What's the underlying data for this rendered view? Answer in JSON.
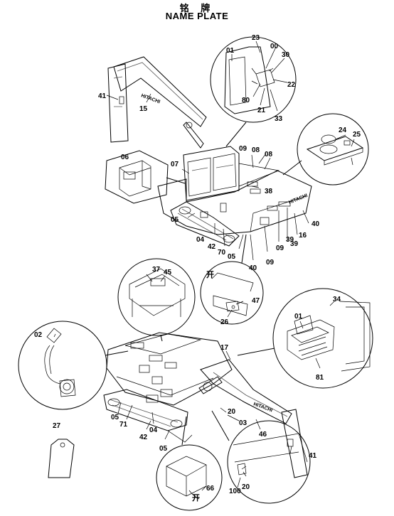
{
  "title": {
    "cn": "铭 牌",
    "en": "NAME PLATE"
  },
  "brand_text": "HITACHI",
  "open_label": "开",
  "parts": [
    "23",
    "01",
    "00",
    "30",
    "22",
    "80",
    "21",
    "33",
    "41",
    "15",
    "06",
    "07",
    "09",
    "08",
    "08",
    "38",
    "24",
    "25",
    "05",
    "04",
    "42",
    "70",
    "05",
    "40",
    "16",
    "39",
    "09",
    "09",
    "40",
    "39",
    "37",
    "45",
    "47",
    "26",
    "34",
    "01",
    "02",
    "17",
    "81",
    "27",
    "05",
    "71",
    "04",
    "42",
    "05",
    "20",
    "03",
    "46",
    "41",
    "66",
    "100",
    "20"
  ]
}
